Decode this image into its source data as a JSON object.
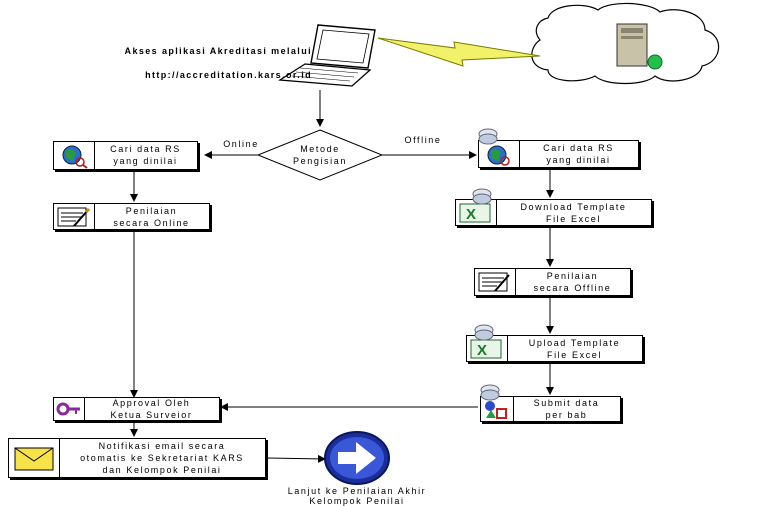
{
  "header": {
    "line1": "Akses aplikasi Akreditasi melalui",
    "line2": "http://accreditation.kars.or.id"
  },
  "decision": {
    "label": "Metode\nPengisian",
    "online_label": "Online",
    "offline_label": "Offline"
  },
  "online_steps": {
    "cari": "Cari data RS\nyang dinilai",
    "penilaian": "Penilaian\nsecara Online",
    "approval": "Approval Oleh\nKetua Surveior",
    "notifikasi": "Notifikasi email secara\notomatis ke Sekretariat KARS\ndan Kelompok Penilai"
  },
  "offline_steps": {
    "cari": "Cari data RS\nyang dinilai",
    "download": "Download Template\nFile Excel",
    "penilaian": "Penilaian\nsecara Offline",
    "upload": "Upload Template\nFile Excel",
    "submit": "Submit data\nper bab"
  },
  "final": {
    "label": "Lanjut ke Penilaian Akhir\nKelompok Penilai"
  }
}
